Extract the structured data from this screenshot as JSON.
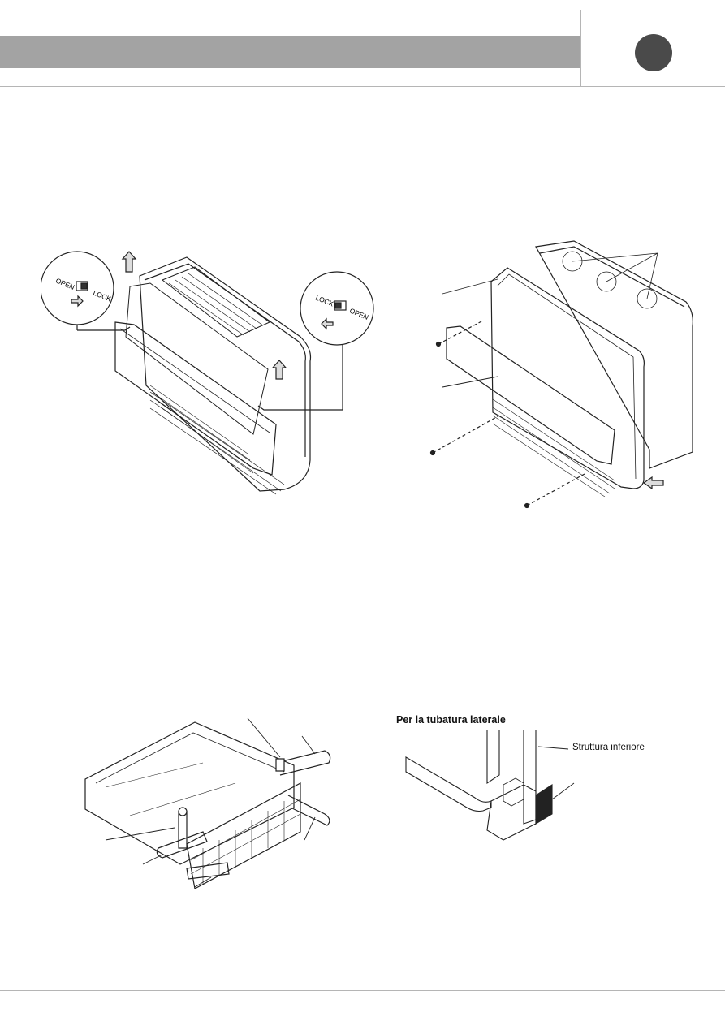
{
  "header": {
    "badge_color": "#4a4a4a",
    "bar_color": "#a3a3a3"
  },
  "figures": {
    "panel_latch": {
      "label_open_left": "OPEN",
      "label_lock_left": "LOCK",
      "label_lock_right": "LOCK",
      "label_open_right": "OPEN"
    },
    "panel_removal": {},
    "pipe_install": {},
    "side_piping": {
      "title": "Per la tubatura laterale",
      "label_lower_structure": "Struttura inferiore"
    }
  }
}
